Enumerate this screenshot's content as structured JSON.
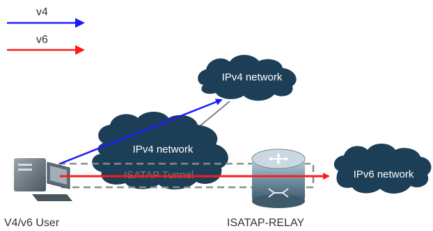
{
  "legend": {
    "v4_label": "v4",
    "v6_label": "v6"
  },
  "clouds": {
    "ipv4_top": "IPv4 network",
    "ipv4_middle": "IPv4 network",
    "ipv6_right": "IPv6 network"
  },
  "tunnel": {
    "label": "ISATAP Tunnel"
  },
  "nodes": {
    "user_label": "V4/v6 User",
    "relay_label": "ISATAP-RELAY"
  },
  "colors": {
    "v4": "#1a1aff",
    "v6": "#ff1a1a",
    "cloud": "#1c3f57",
    "cloud_text": "#ffffff",
    "link": "#7f7f7f",
    "label_text": "#333333"
  }
}
